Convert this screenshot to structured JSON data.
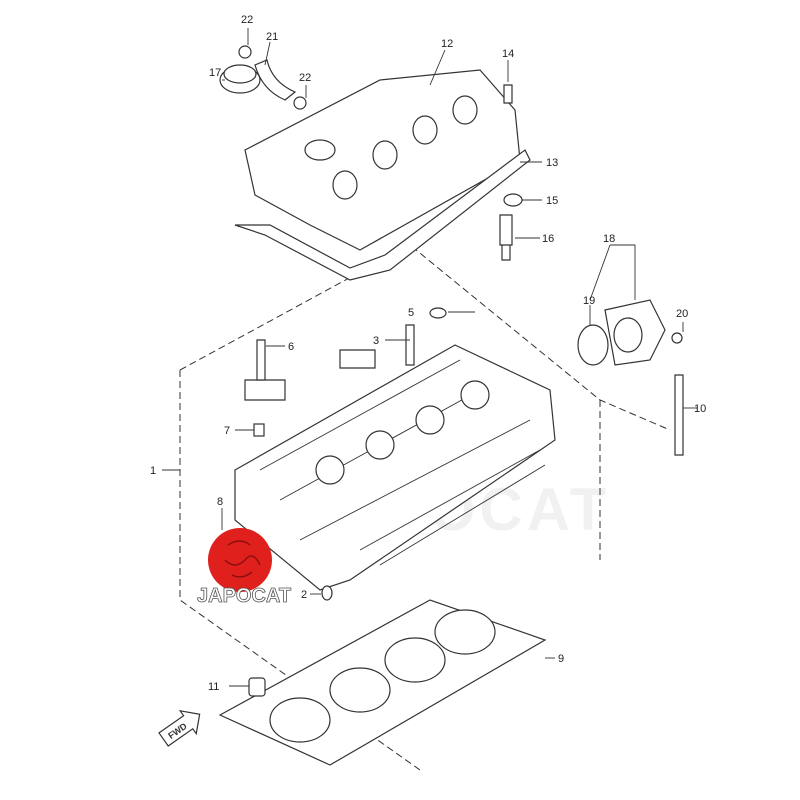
{
  "diagram": {
    "labels": [
      {
        "id": "22a",
        "text": "22"
      },
      {
        "id": "21",
        "text": "21"
      },
      {
        "id": "12",
        "text": "12"
      },
      {
        "id": "14",
        "text": "14"
      },
      {
        "id": "17",
        "text": "17"
      },
      {
        "id": "22b",
        "text": "22"
      },
      {
        "id": "13",
        "text": "13"
      },
      {
        "id": "15",
        "text": "15"
      },
      {
        "id": "16",
        "text": "16"
      },
      {
        "id": "18",
        "text": "18"
      },
      {
        "id": "19",
        "text": "19"
      },
      {
        "id": "20",
        "text": "20"
      },
      {
        "id": "5",
        "text": "5"
      },
      {
        "id": "3",
        "text": "3"
      },
      {
        "id": "6",
        "text": "6"
      },
      {
        "id": "10",
        "text": "10"
      },
      {
        "id": "7",
        "text": "7"
      },
      {
        "id": "1",
        "text": "1"
      },
      {
        "id": "8",
        "text": "8"
      },
      {
        "id": "2",
        "text": "2"
      },
      {
        "id": "9",
        "text": "9"
      },
      {
        "id": "11",
        "text": "11"
      }
    ],
    "fwd_arrow": "FWD",
    "watermark": "JAPOCAT",
    "logo_text": "JAPOCAT",
    "logo_color": "#e0201c"
  }
}
